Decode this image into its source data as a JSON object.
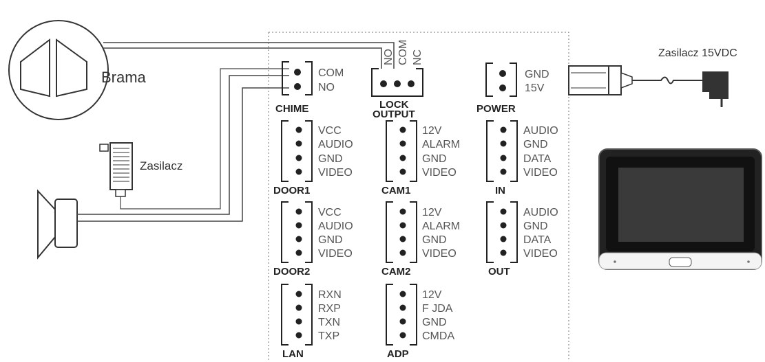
{
  "labels": {
    "gate": "Brama",
    "psu_left": "Zasilacz",
    "psu_right": "Zasilacz 15VDC"
  },
  "connectors": {
    "chime": {
      "name": "CHIME",
      "pins": [
        "COM",
        "NO"
      ]
    },
    "lock": {
      "name_line1": "LOCK",
      "name_line2": "OUTPUT",
      "pins": [
        "NO",
        "COM",
        "NC"
      ]
    },
    "power": {
      "name": "POWER",
      "pins": [
        "GND",
        "15V"
      ]
    },
    "door1": {
      "name": "DOOR1",
      "pins": [
        "VCC",
        "AUDIO",
        "GND",
        "VIDEO"
      ]
    },
    "door2": {
      "name": "DOOR2",
      "pins": [
        "VCC",
        "AUDIO",
        "GND",
        "VIDEO"
      ]
    },
    "lan": {
      "name": "LAN",
      "pins": [
        "RXN",
        "RXP",
        "TXN",
        "TXP"
      ]
    },
    "cam1": {
      "name": "CAM1",
      "pins": [
        "12V",
        "ALARM",
        "GND",
        "VIDEO"
      ]
    },
    "cam2": {
      "name": "CAM2",
      "pins": [
        "12V",
        "ALARM",
        "GND",
        "VIDEO"
      ]
    },
    "adp": {
      "name": "ADP",
      "pins": [
        "12V",
        "F JDA",
        "GND",
        "CMDA"
      ]
    },
    "in": {
      "name": "IN",
      "pins": [
        "AUDIO",
        "GND",
        "DATA",
        "VIDEO"
      ]
    },
    "out": {
      "name": "OUT",
      "pins": [
        "AUDIO",
        "GND",
        "DATA",
        "VIDEO"
      ]
    }
  }
}
